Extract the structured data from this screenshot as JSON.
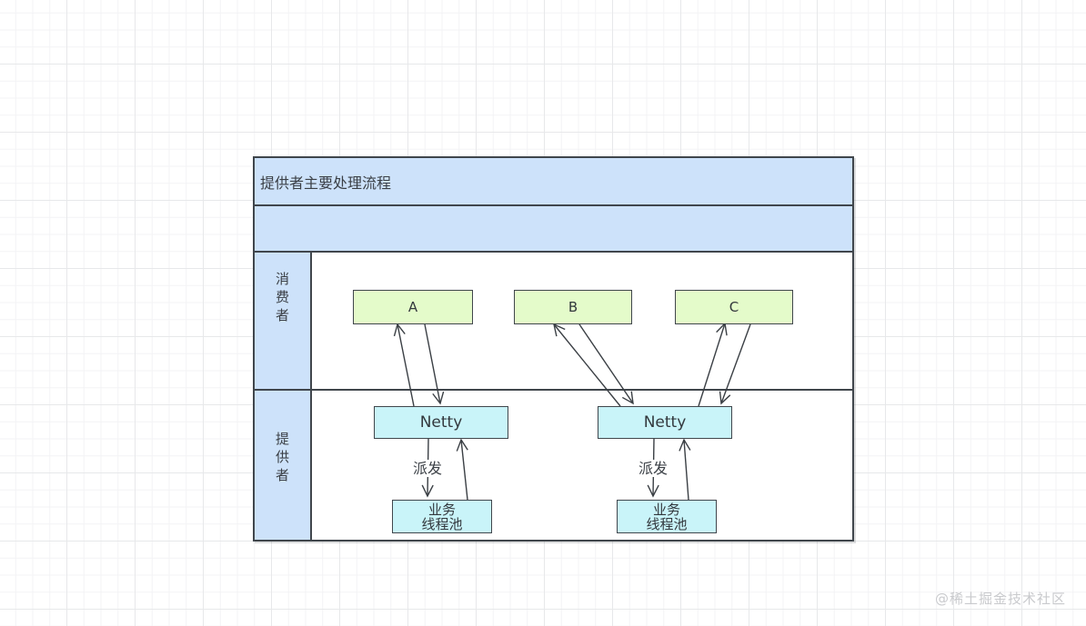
{
  "diagram": {
    "title": "提供者主要处理流程",
    "lanes": [
      {
        "id": "consumer",
        "label": "消费者"
      },
      {
        "id": "provider",
        "label": "提供者"
      }
    ],
    "nodes": {
      "consumers": [
        {
          "label": "A"
        },
        {
          "label": "B"
        },
        {
          "label": "C"
        }
      ],
      "netty": [
        {
          "label": "Netty"
        },
        {
          "label": "Netty"
        }
      ],
      "thread_pools": [
        {
          "line1": "业务",
          "line2": "线程池"
        },
        {
          "line1": "业务",
          "line2": "线程池"
        }
      ]
    },
    "edge_labels": [
      {
        "text": "派发"
      },
      {
        "text": "派发"
      }
    ],
    "colors": {
      "header_fill": "#cde2fa",
      "lane_label_fill": "#cde2fa",
      "consumer_node_fill": "#e4fbca",
      "netty_node_fill": "#c9f4f9",
      "thread_pool_fill": "#c9f4f9",
      "stroke": "#40464c",
      "arrow": "#3a3f44"
    }
  },
  "watermark": {
    "text": "@稀土掘金技术社区"
  }
}
